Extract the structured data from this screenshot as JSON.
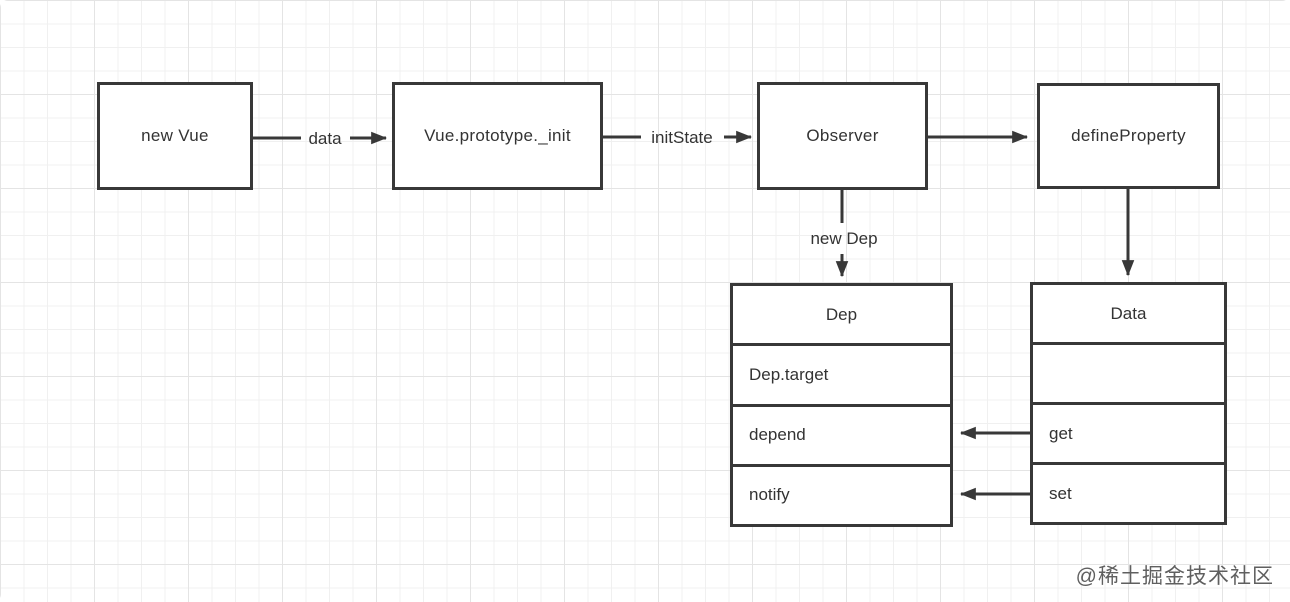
{
  "nodes": {
    "new_vue": "new Vue",
    "vue_init": "Vue.prototype._init",
    "observer": "Observer",
    "define_property": "defineProperty"
  },
  "edge_labels": {
    "data": "data",
    "init_state": "initState",
    "new_dep": "new Dep"
  },
  "dep_table": {
    "header": "Dep",
    "rows": [
      "Dep.target",
      "depend",
      "notify"
    ]
  },
  "data_table": {
    "header": "Data",
    "rows": [
      "",
      "get",
      "set"
    ]
  },
  "watermark": "@稀土掘金技术社区",
  "colors": {
    "line": "#383838",
    "text": "#333333",
    "grid_minor": "#f0f0f0",
    "grid_major": "#e4e4e4",
    "watermark": "#5f5f5f"
  }
}
